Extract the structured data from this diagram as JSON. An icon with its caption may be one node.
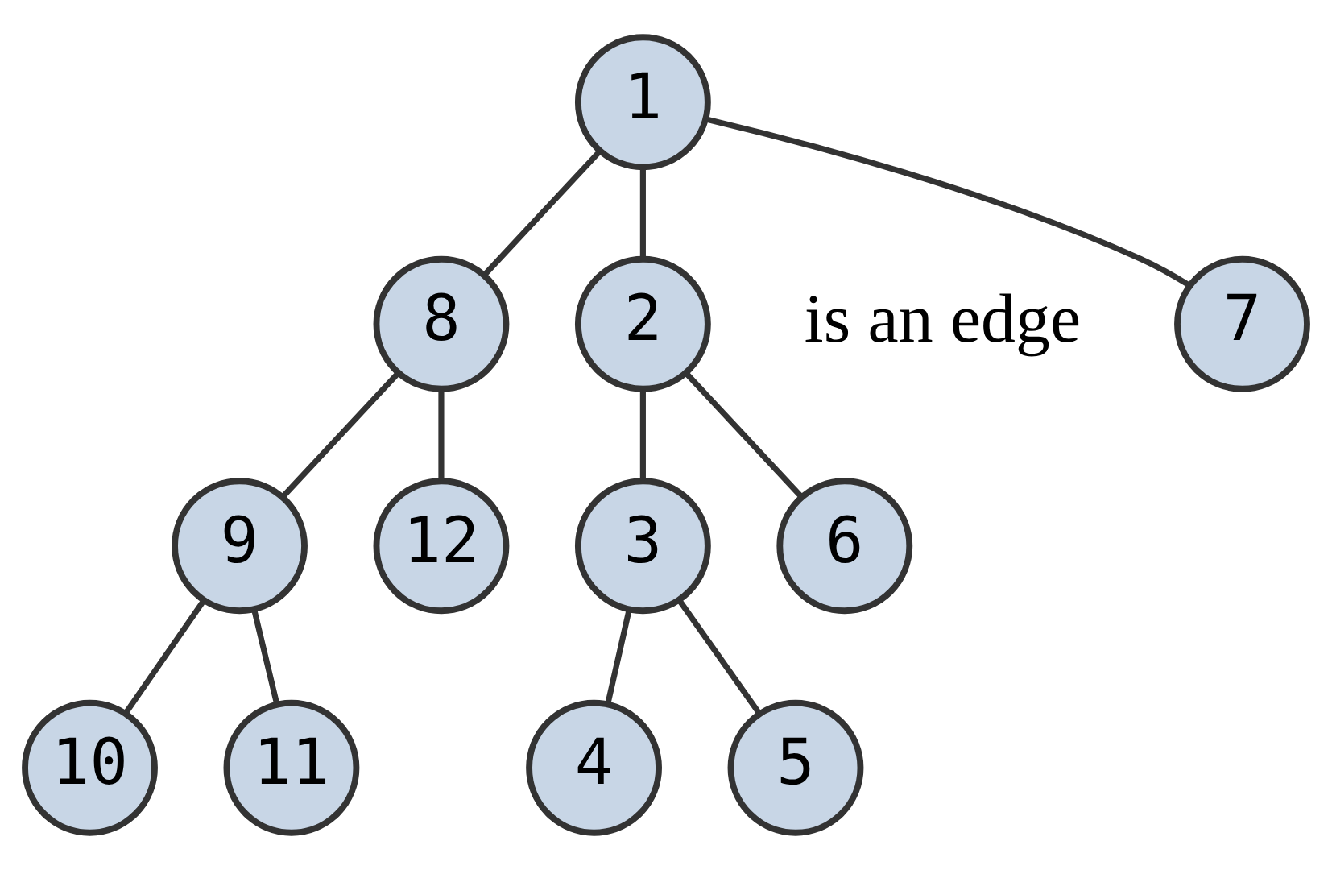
{
  "diagram": {
    "nodes": [
      {
        "text": [
          "1"
        ]
      },
      {
        "text": [
          "2"
        ]
      },
      {
        "text": [
          "3"
        ]
      },
      {
        "text": [
          "4"
        ]
      },
      {
        "text": [
          "5"
        ]
      },
      {
        "text": [
          "6"
        ]
      },
      {
        "text": [
          "7"
        ]
      },
      {
        "text": [
          "8"
        ]
      },
      {
        "text": [
          "9"
        ]
      },
      {
        "text": [
          "10"
        ]
      },
      {
        "text": [
          "11"
        ]
      },
      {
        "text": [
          "12"
        ]
      }
    ],
    "edges": [
      {
        "from": 0,
        "to": 1,
        "arrow": "none"
      },
      {
        "from": 0,
        "to": 6,
        "arrow": "none"
      },
      {
        "from": 0,
        "to": 7,
        "arrow": "none"
      },
      {
        "from": 1,
        "to": 2,
        "arrow": "none"
      },
      {
        "from": 1,
        "to": 5,
        "arrow": "none"
      },
      {
        "from": 2,
        "to": 3,
        "arrow": "none"
      },
      {
        "from": 2,
        "to": 4,
        "arrow": "none"
      },
      {
        "from": 7,
        "to": 8,
        "arrow": "none"
      },
      {
        "from": 7,
        "to": 11,
        "arrow": "none"
      },
      {
        "from": 8,
        "to": 9,
        "arrow": "none"
      },
      {
        "from": 8,
        "to": 10,
        "arrow": "none"
      }
    ],
    "labels": [
      "is an edge"
    ]
  }
}
